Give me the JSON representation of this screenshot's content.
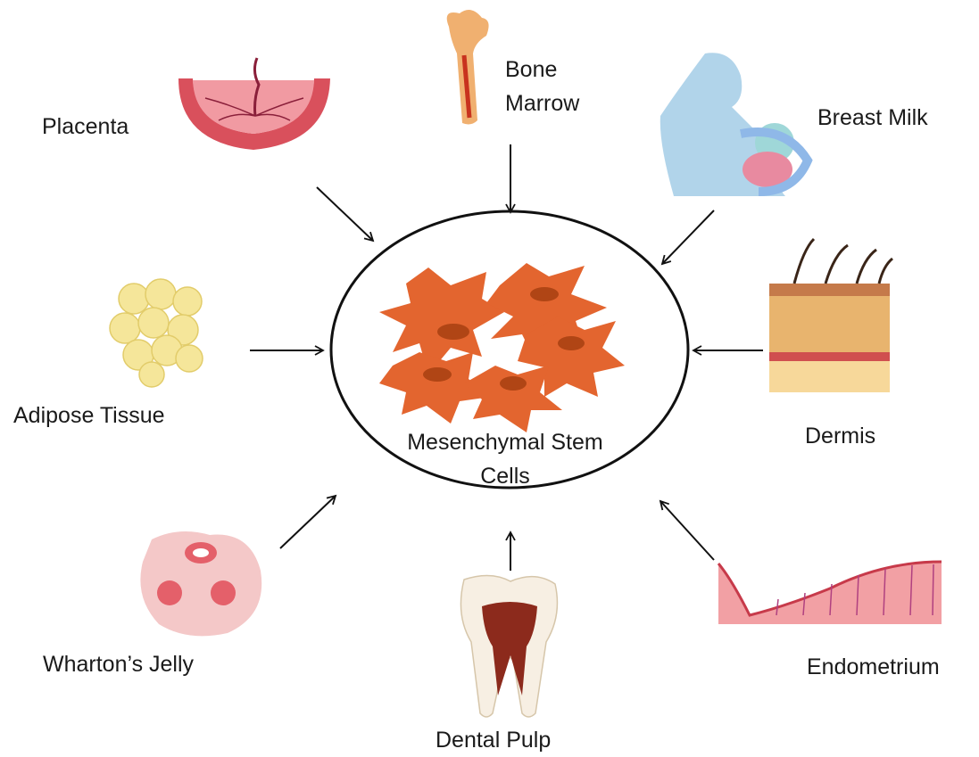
{
  "center": {
    "label_line1": "Mesenchymal Stem",
    "label_line2": "Cells"
  },
  "sources": {
    "placenta": "Placenta",
    "bone_marrow_line1": "Bone",
    "bone_marrow_line2": "Marrow",
    "breast_milk": "Breast Milk",
    "adipose_tissue": "Adipose Tissue",
    "dermis": "Dermis",
    "whartons_jelly": "Wharton’s Jelly",
    "dental_pulp": "Dental Pulp",
    "endometrium": "Endometrium"
  },
  "colors": {
    "cell": "#e3652f",
    "cell_nucleus": "#b04515",
    "placenta": "#d9505c",
    "bone": "#f0b070",
    "marrow": "#c8321e",
    "adipose": "#f5e69a",
    "skin": "#e8b46e",
    "tooth": "#f7efe3",
    "pulp": "#8c2a1c",
    "jelly": "#f4c8c8",
    "endometrium": "#f2a0a4"
  }
}
